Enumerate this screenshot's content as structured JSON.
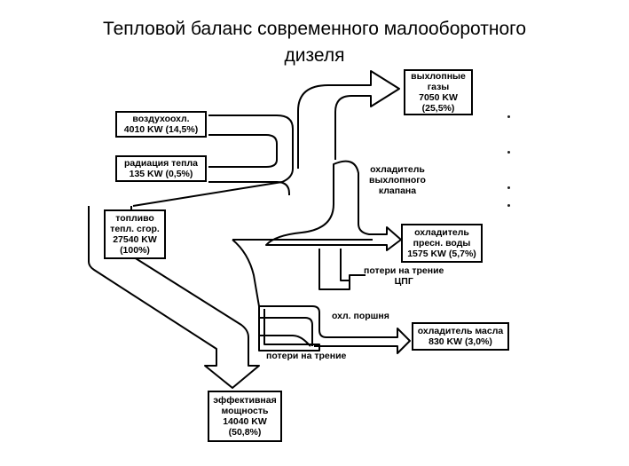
{
  "title": {
    "line1": "Тепловой баланс современного малооборотного",
    "line2": "дизеля"
  },
  "boxes": {
    "exhaust": {
      "l1": "выхлопные",
      "l2": "газы",
      "l3": "7050 KW",
      "l4": "(25,5%)"
    },
    "aircooler": {
      "l1": "воздухоохл.",
      "l2": "4010 KW (14,5%)"
    },
    "radiation": {
      "l1": "радиация тепла",
      "l2": "135 KW (0,5%)"
    },
    "fuel": {
      "l1": "топливо",
      "l2": "тепл. сгор.",
      "l3": "27540 KW",
      "l4": "(100%)"
    },
    "freshwater": {
      "l1": "охладитель",
      "l2": "пресн. воды",
      "l3": "1575 KW (5,7%)"
    },
    "oil": {
      "l1": "охладитель масла",
      "l2": "830 KW (3,0%)"
    },
    "power": {
      "l1": "эффективная",
      "l2": "мощность",
      "l3": "14040 KW",
      "l4": "(50,8%)"
    }
  },
  "labels": {
    "valve": {
      "l1": "охладитель",
      "l2": "выхлопного",
      "l3": "клапана"
    },
    "cpg": {
      "l1": "потери на трение",
      "l2": "ЦПГ"
    },
    "piston": "охл. поршня",
    "friction": "потери на трение"
  }
}
